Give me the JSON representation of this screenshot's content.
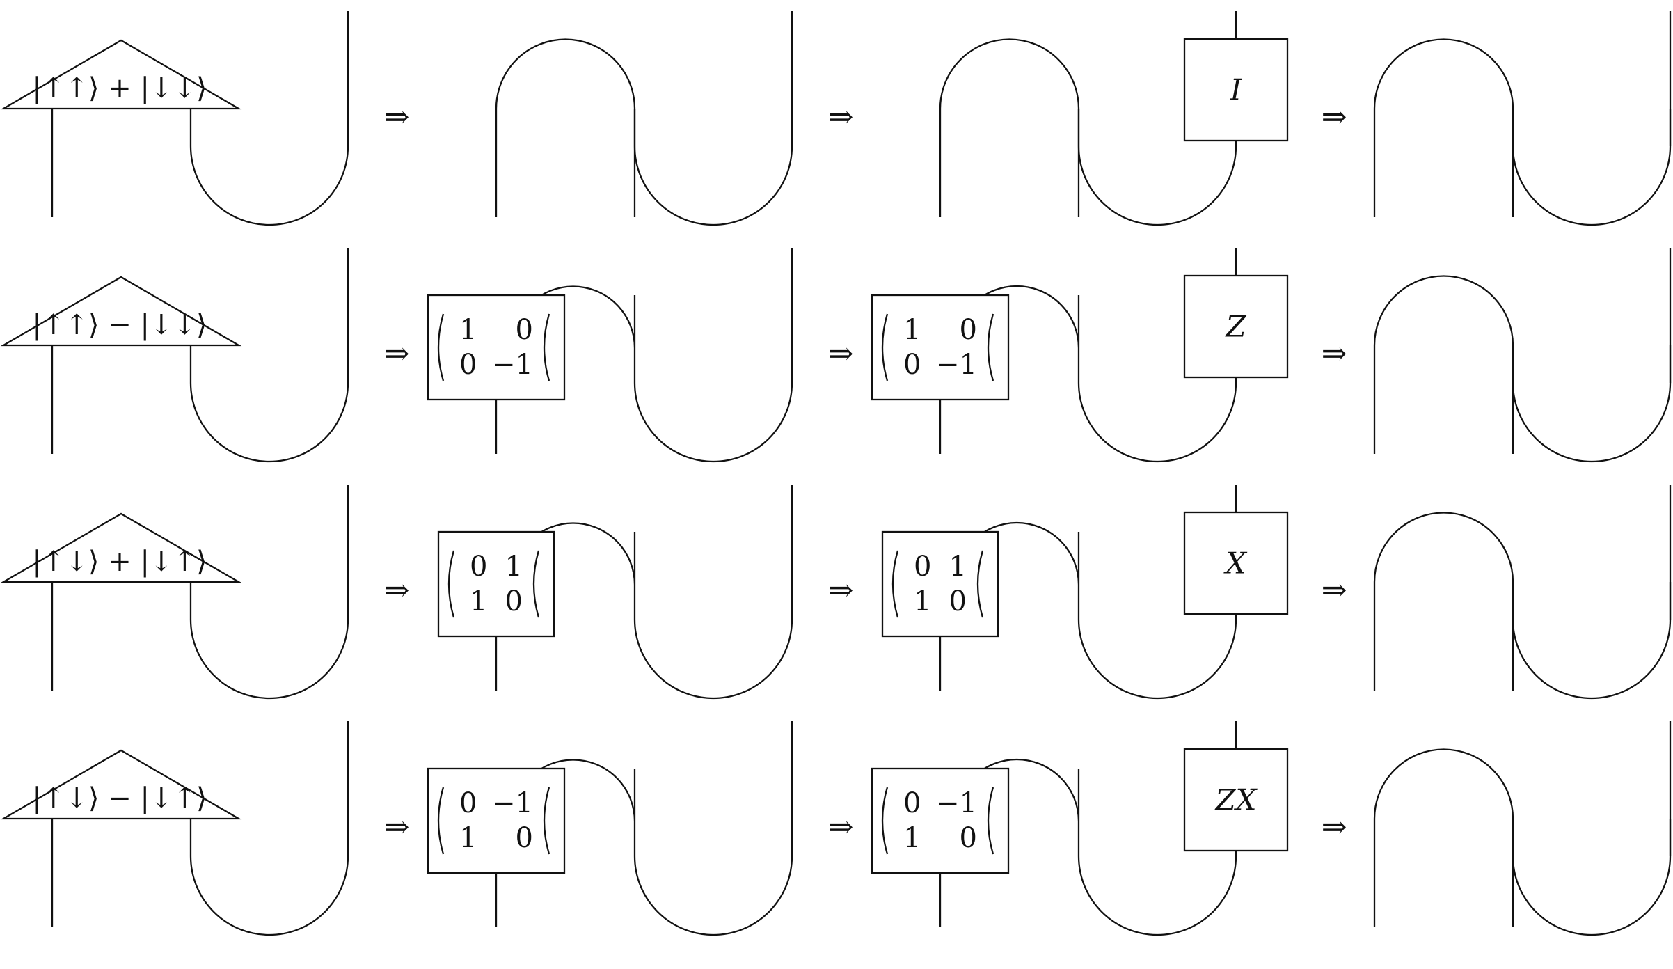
{
  "arrow_symbol": "⇒",
  "rows": [
    {
      "state": "|↑↑⟩ + |↓↓⟩",
      "matrix": null,
      "operator": "I"
    },
    {
      "state": "|↑↑⟩ − |↓↓⟩",
      "matrix": [
        [
          "1",
          "0"
        ],
        [
          "0",
          "−1"
        ]
      ],
      "operator": "Z"
    },
    {
      "state": "|↑↓⟩ + |↓↑⟩",
      "matrix": [
        [
          "0",
          "1"
        ],
        [
          "1",
          "0"
        ]
      ],
      "operator": "X"
    },
    {
      "state": "|↑↓⟩ − |↓↑⟩",
      "matrix": [
        [
          "0",
          "−1"
        ],
        [
          "1",
          "0"
        ]
      ],
      "operator": "ZX"
    }
  ]
}
